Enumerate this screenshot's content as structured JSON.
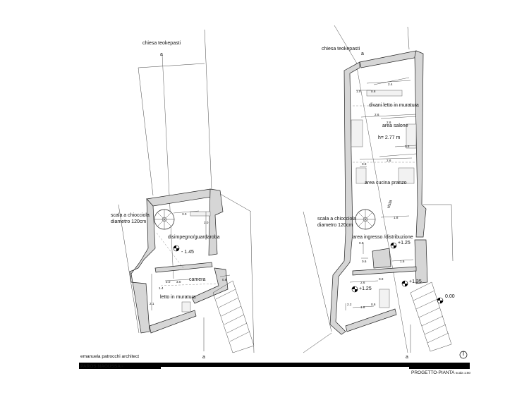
{
  "left_plan": {
    "church": "chiesa teokepasti",
    "section_mark_top": "a",
    "section_mark_bottom": "a",
    "stair_label_1": "scala a chiocciola",
    "stair_label_2": "diametro 120cm",
    "room_hall": "disimpegno/guardaroba",
    "level": "- 1.45",
    "room_bedroom": "camera",
    "bed": "letto in muratura",
    "dims": [
      "3.0",
      "2.0",
      "2.0",
      "3.0",
      "1.4",
      "2.1",
      "0.8"
    ]
  },
  "right_plan": {
    "church": "chiesa teokepasti",
    "section_mark_top": "a",
    "section_mark_bottom": "a",
    "sofas": "divani letto in muratura",
    "room_living": "area salone",
    "height": "h= 2.77 m",
    "room_kitchen": "area cucina pranzo",
    "view": "vista",
    "stair_label_1": "scala a chiocciola",
    "stair_label_2": "diametro 120cm",
    "room_entrance": "area ingresso /distribuzione",
    "level_entrance": "+1.25",
    "level_lower": "+1.25",
    "level_side": "+1.35",
    "level_street": "0.00",
    "dims": [
      "2.4",
      "1.0",
      "0.8",
      "2.6",
      "2.6",
      "0.8",
      "2.6",
      "0.8",
      "1.8",
      "0.9",
      "0.6",
      "1.6",
      "2.6",
      "0.9",
      "2.2",
      "1.8",
      "0.6"
    ]
  },
  "title_block": {
    "author": "emanuela patrocchi  architect",
    "location": "PAROS  NAOUSSA -",
    "sheet": "PROGETTO-PIANTA",
    "scale": "scala 1:50"
  }
}
